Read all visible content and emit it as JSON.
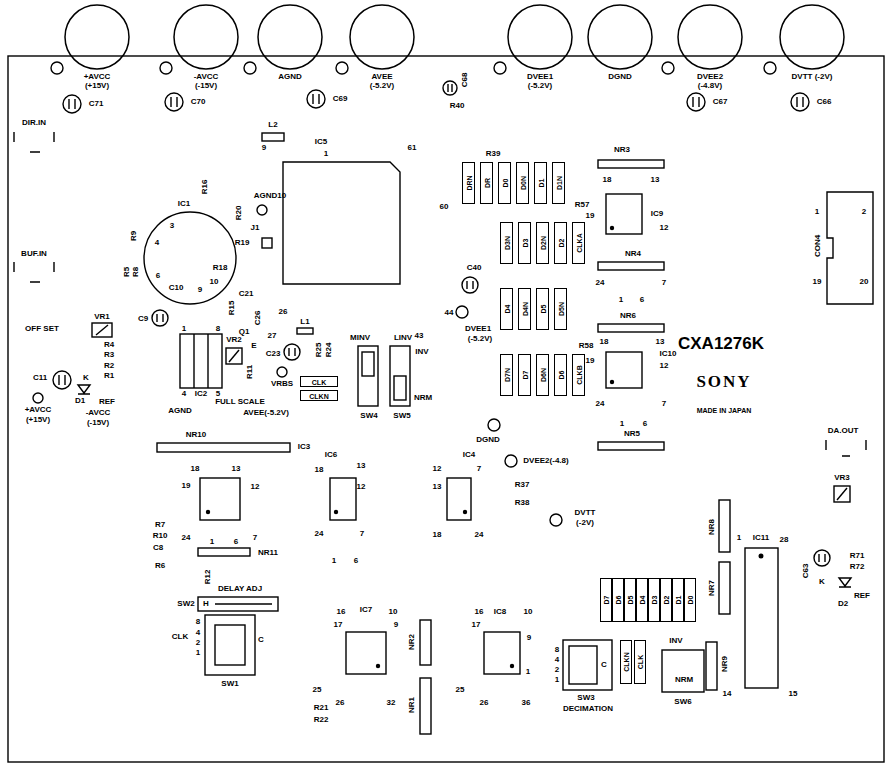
{
  "diagram": {
    "nodes": [
      {
        "text": [
          "+AVCC (+15V)"
        ]
      },
      {
        "text": [
          "-AVCC (-15V)"
        ]
      },
      {
        "text": [
          "AGND"
        ]
      },
      {
        "text": [
          "AVEE (-5.2V)"
        ]
      },
      {
        "text": [
          "DVEE1 (-5.2V)"
        ]
      },
      {
        "text": [
          "DGND"
        ]
      },
      {
        "text": [
          "DVEE2 (-4.8V)"
        ]
      },
      {
        "text": [
          "DVTT (-2V)"
        ]
      },
      {
        "text": [
          "DRN"
        ]
      },
      {
        "text": [
          "DR"
        ]
      },
      {
        "text": [
          "D0"
        ]
      },
      {
        "text": [
          "D0N"
        ]
      },
      {
        "text": [
          "D1"
        ]
      },
      {
        "text": [
          "D1N"
        ]
      },
      {
        "text": [
          "D3N"
        ]
      },
      {
        "text": [
          "D3"
        ]
      },
      {
        "text": [
          "D2N"
        ]
      },
      {
        "text": [
          "D2"
        ]
      },
      {
        "text": [
          "CLKA"
        ]
      },
      {
        "text": [
          "D4"
        ]
      },
      {
        "text": [
          "D4N"
        ]
      },
      {
        "text": [
          "D5"
        ]
      },
      {
        "text": [
          "D5N"
        ]
      },
      {
        "text": [
          "D7N"
        ]
      },
      {
        "text": [
          "D7"
        ]
      },
      {
        "text": [
          "D6N"
        ]
      },
      {
        "text": [
          "D6"
        ]
      },
      {
        "text": [
          "CLKB"
        ]
      },
      {
        "text": [
          "CLK"
        ]
      },
      {
        "text": [
          "CLKN"
        ]
      },
      {
        "text": [
          "D7"
        ]
      },
      {
        "text": [
          "D6"
        ]
      },
      {
        "text": [
          "D5"
        ]
      },
      {
        "text": [
          "D4"
        ]
      },
      {
        "text": [
          "D3"
        ]
      },
      {
        "text": [
          "D2"
        ]
      },
      {
        "text": [
          "D1"
        ]
      },
      {
        "text": [
          "D0"
        ]
      },
      {
        "text": [
          "CLKN"
        ]
      },
      {
        "text": [
          "CLK"
        ]
      }
    ],
    "labels": [
      "C71",
      "C70",
      "C69",
      "C68",
      "R40",
      "C67",
      "C66",
      "DIR.IN",
      "BUF.IN",
      "L2",
      "IC5",
      "9",
      "1",
      "61",
      "60",
      "44",
      "43",
      "R39",
      "R16",
      "AGND10",
      "R20",
      "IC1",
      "3",
      "J1",
      "R19",
      "R9",
      "4",
      "R5",
      "R8",
      "6",
      "R18",
      "10",
      "C10",
      "9",
      "C21",
      "R15",
      "C26",
      "26",
      "C9",
      "Q1",
      "27",
      "E",
      "C23",
      "VR1",
      "OFF SET",
      "R4",
      "R3",
      "R2",
      "R1",
      "C11",
      "K",
      "D1",
      "REF",
      "+AVCC",
      "(+15V)",
      "-AVCC",
      "(-15V)",
      "1",
      "8",
      "VR2",
      "4",
      "IC2",
      "5",
      "R11",
      "FULL SCALE",
      "VRBS",
      "AGND",
      "AVEE(-5.2V)",
      "L1",
      "R25",
      "R24",
      "MINV",
      "LINV",
      "INV",
      "NRM",
      "SW4",
      "SW5",
      "C40",
      "DVEE1",
      "(-5.2V)",
      "DGND",
      "NR3",
      "18",
      "13",
      "R57",
      "19",
      "IC9",
      "12",
      "24",
      "7",
      "1",
      "6",
      "NR4",
      "NR6",
      "18",
      "13",
      "R58",
      "IC10",
      "19",
      "12",
      "24",
      "7",
      "1",
      "6",
      "NR5",
      "CON4",
      "1",
      "19",
      "2",
      "20",
      "CXA1276K",
      "SONY",
      "MADE IN JAPAN",
      "DA.OUT",
      "NR10",
      "IC3",
      "18",
      "13",
      "19",
      "12",
      "R7",
      "24",
      "7",
      "R10",
      "C8",
      "1",
      "6",
      "NR11",
      "R6",
      "R12",
      "DELAY ADJ",
      "SW2",
      "H",
      "CLK",
      "8",
      "4",
      "2",
      "1",
      "C",
      "SW1",
      "IC6",
      "13",
      "18",
      "12",
      "24",
      "7",
      "1",
      "6",
      "IC4",
      "12",
      "7",
      "13",
      "18",
      "24",
      "DVEE2(-4.8)",
      "R37",
      "R38",
      "DVTT",
      "(-2V)",
      "IC7",
      "16",
      "10",
      "17",
      "9",
      "25",
      "26",
      "32",
      "R21",
      "R22",
      "NR2",
      "NR1",
      "16",
      "IC8",
      "10",
      "17",
      "9",
      "1",
      "25",
      "26",
      "36",
      "NR8",
      "NR7",
      "1",
      "IC11",
      "28",
      "14",
      "15",
      "VR3",
      "C63",
      "K",
      "R71",
      "R72",
      "REF",
      "D2",
      "INV",
      "NRM",
      "SW6",
      "NR9",
      "8",
      "4",
      "2",
      "1",
      "C",
      "SW3",
      "DECIMATION"
    ]
  }
}
